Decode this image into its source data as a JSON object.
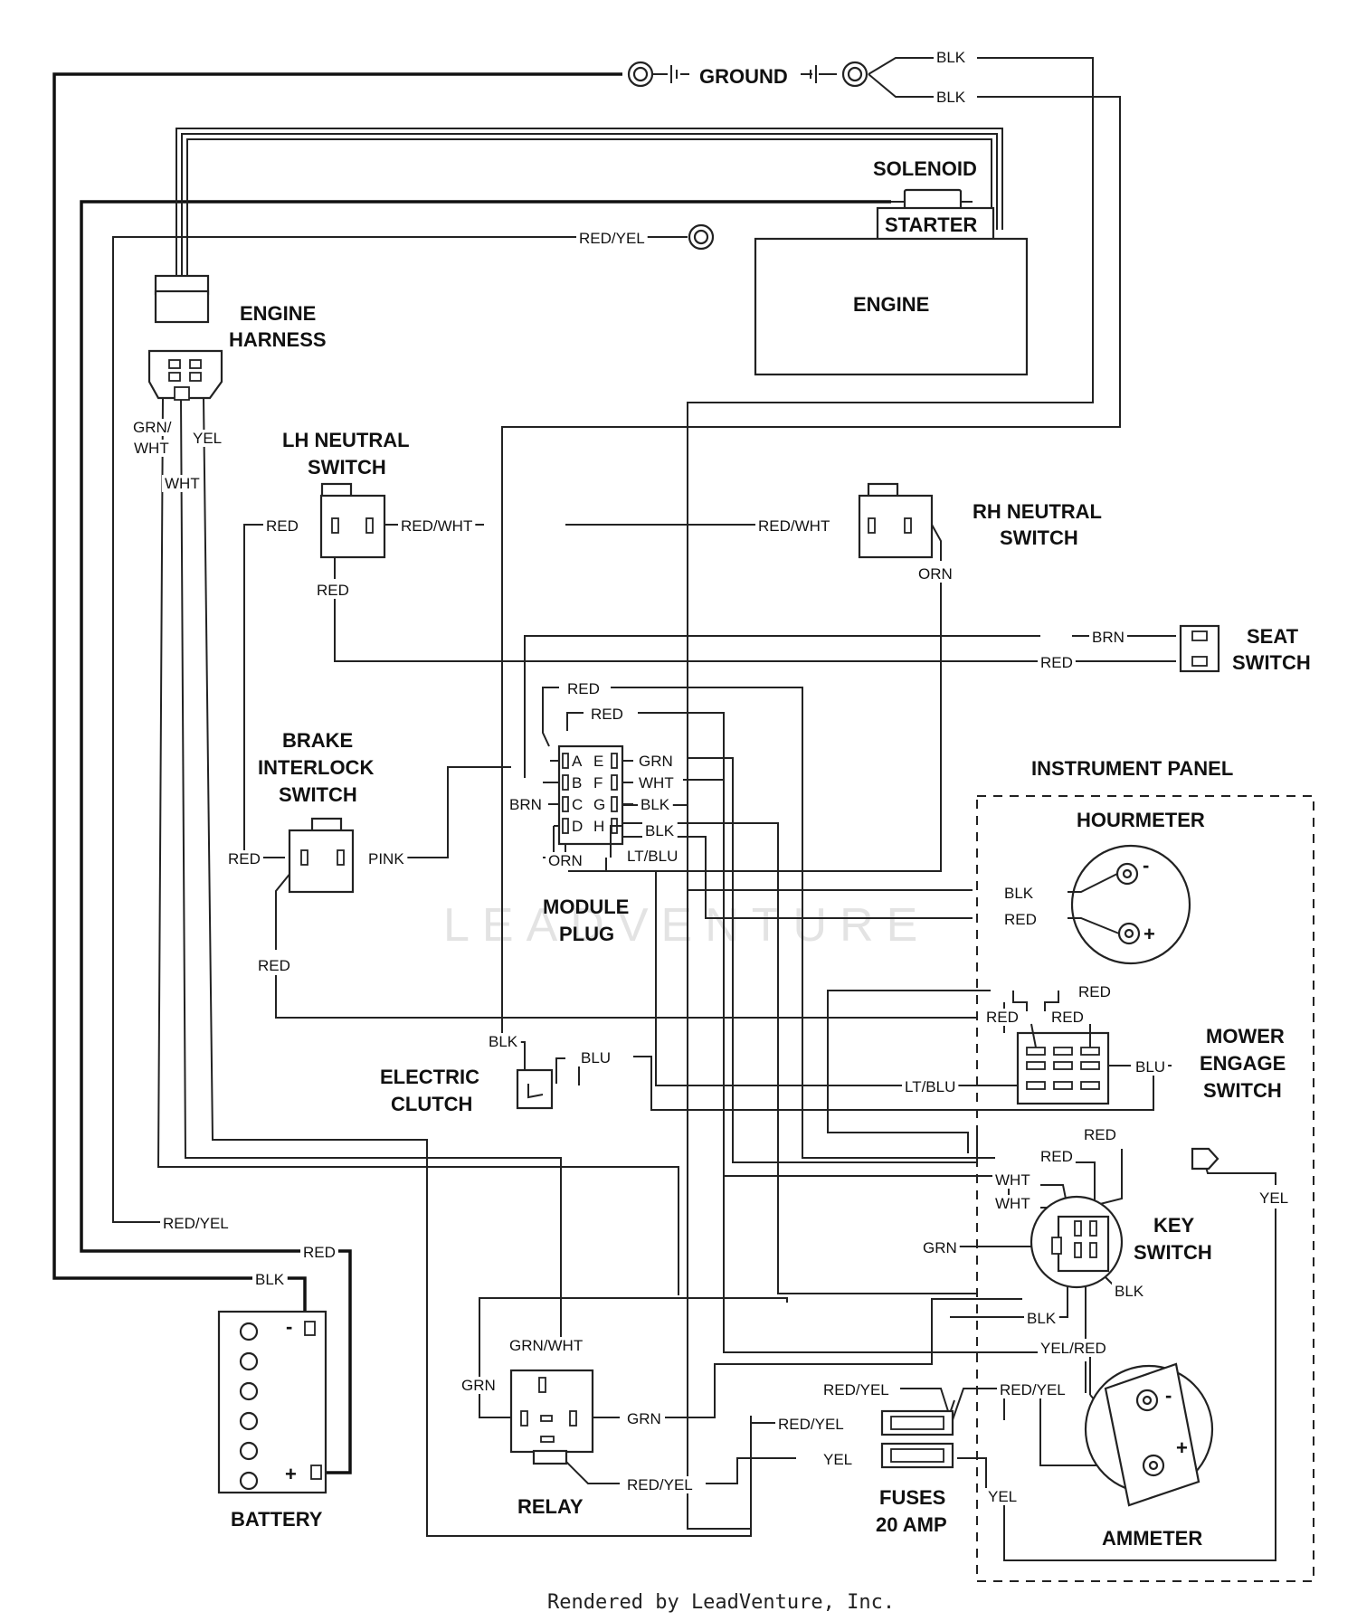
{
  "watermark": "LEADVENTURE",
  "footer": "Rendered by LeadVenture, Inc.",
  "components": {
    "ground": "GROUND",
    "solenoid": "SOLENOID",
    "starter": "STARTER",
    "engine": "ENGINE",
    "engine_harness": [
      "ENGINE",
      "HARNESS"
    ],
    "lh_neutral_switch": [
      "LH NEUTRAL",
      "SWITCH"
    ],
    "rh_neutral_switch": [
      "RH NEUTRAL",
      "SWITCH"
    ],
    "seat_switch": [
      "SEAT",
      "SWITCH"
    ],
    "brake_interlock_switch": [
      "BRAKE",
      "INTERLOCK",
      "SWITCH"
    ],
    "module_plug": [
      "MODULE",
      "PLUG"
    ],
    "instrument_panel": "INSTRUMENT PANEL",
    "hourmeter": "HOURMETER",
    "electric_clutch": [
      "ELECTRIC",
      "CLUTCH"
    ],
    "mower_engage_switch": [
      "MOWER",
      "ENGAGE",
      "SWITCH"
    ],
    "key_switch": [
      "KEY",
      "SWITCH"
    ],
    "battery": "BATTERY",
    "relay": "RELAY",
    "fuses": [
      "FUSES",
      "20 AMP"
    ],
    "ammeter": "AMMETER"
  },
  "module_pins": [
    "A",
    "B",
    "C",
    "D",
    "E",
    "F",
    "G",
    "H"
  ],
  "polarity": {
    "minus": "-",
    "plus": "+"
  },
  "wire_labels": [
    "BLK",
    "BLK",
    "RED/YEL",
    "GRN/",
    "WHT",
    "YEL",
    "WHT",
    "RED",
    "RED/WHT",
    "RED/WHT",
    "RED",
    "ORN",
    "BRN",
    "RED",
    "RED",
    "RED",
    "GRN",
    "WHT",
    "BLK",
    "BLK",
    "BRN",
    "ORN",
    "LT/BLU",
    "RED",
    "PINK",
    "RED",
    "BLK",
    "RED",
    "RED",
    "RED",
    "RED",
    "BLU",
    "LT/BLU",
    "BLK",
    "BLU",
    "RED",
    "RED",
    "WHT",
    "WHT",
    "GRN",
    "BLK",
    "BLK",
    "YEL",
    "RED/YEL",
    "RED",
    "BLK",
    "GRN/WHT",
    "GRN",
    "GRN",
    "RED/YEL",
    "YEL/RED",
    "RED/YEL",
    "RED/YEL",
    "RED/YEL",
    "YEL",
    "YEL"
  ]
}
